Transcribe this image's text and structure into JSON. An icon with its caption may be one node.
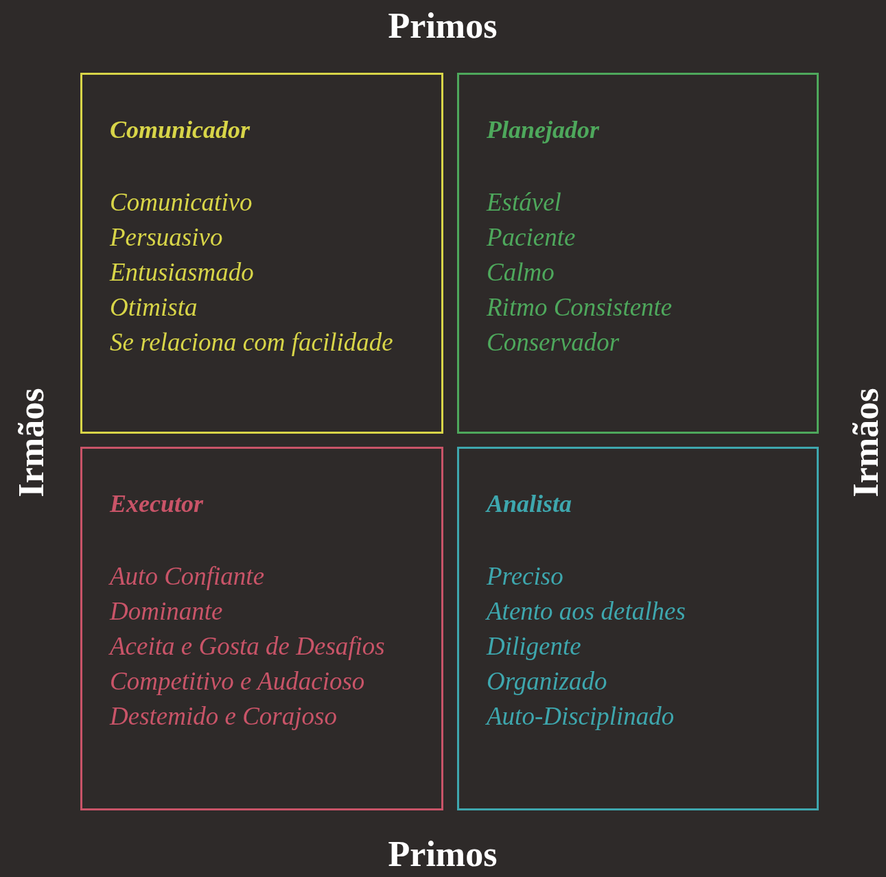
{
  "diagram": {
    "nodes": [
      {
        "text": [
          "Comunicador",
          "Comunicativo",
          "Persuasivo",
          "Entusiasmado",
          "Otimista",
          "Se relaciona com facilidade"
        ]
      },
      {
        "text": [
          "Planejador",
          "Estável",
          "Paciente",
          "Calmo",
          "Ritmo Consistente",
          "Conservador"
        ]
      },
      {
        "text": [
          "Executor",
          "Auto Confiante",
          "Dominante",
          "Aceita e Gosta de Desafios",
          "Competitivo e Audacioso",
          "Destemido e Corajoso"
        ]
      },
      {
        "text": [
          "Analista",
          "Preciso",
          "Atento aos detalhes",
          "Diligente",
          "Organizado",
          "Auto-Disciplinado"
        ]
      }
    ],
    "labels": [
      "Primos",
      "Irmãos",
      "Irmãos",
      "Primos"
    ]
  }
}
